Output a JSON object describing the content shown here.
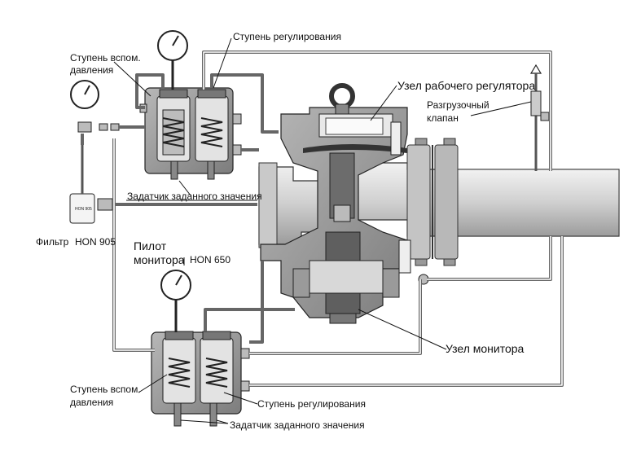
{
  "labels": {
    "top_reg_stage": "Ступень регулирования",
    "top_aux_stage_1": "Ступень вспом.",
    "top_aux_stage_2": "давления",
    "main_regulator": "Узел рабочего регулятора",
    "relief_valve_1": "Разгрузочный",
    "relief_valve_2": "клапан",
    "top_setpoint": "Задатчик заданного значения",
    "filter": "Фильтр",
    "filter_model": "HON 905",
    "pilot_1": "Пилот",
    "pilot_2": "монитора",
    "pilot_model": "HON 650",
    "monitor": "Узел монитора",
    "bottom_aux_stage_1": "Ступень вспом.",
    "bottom_aux_stage_2": "давления",
    "bottom_reg_stage": "Ступень регулирования",
    "bottom_setpoint": "Задатчик заданного значения",
    "filter_plate": "HON 905"
  },
  "colors": {
    "body_gray": "#8e8e8e",
    "dark_gray": "#5a5a5a",
    "light_gray": "#d4d4d4",
    "pipe_fill": "#e6e6e6",
    "outline": "#222222"
  }
}
